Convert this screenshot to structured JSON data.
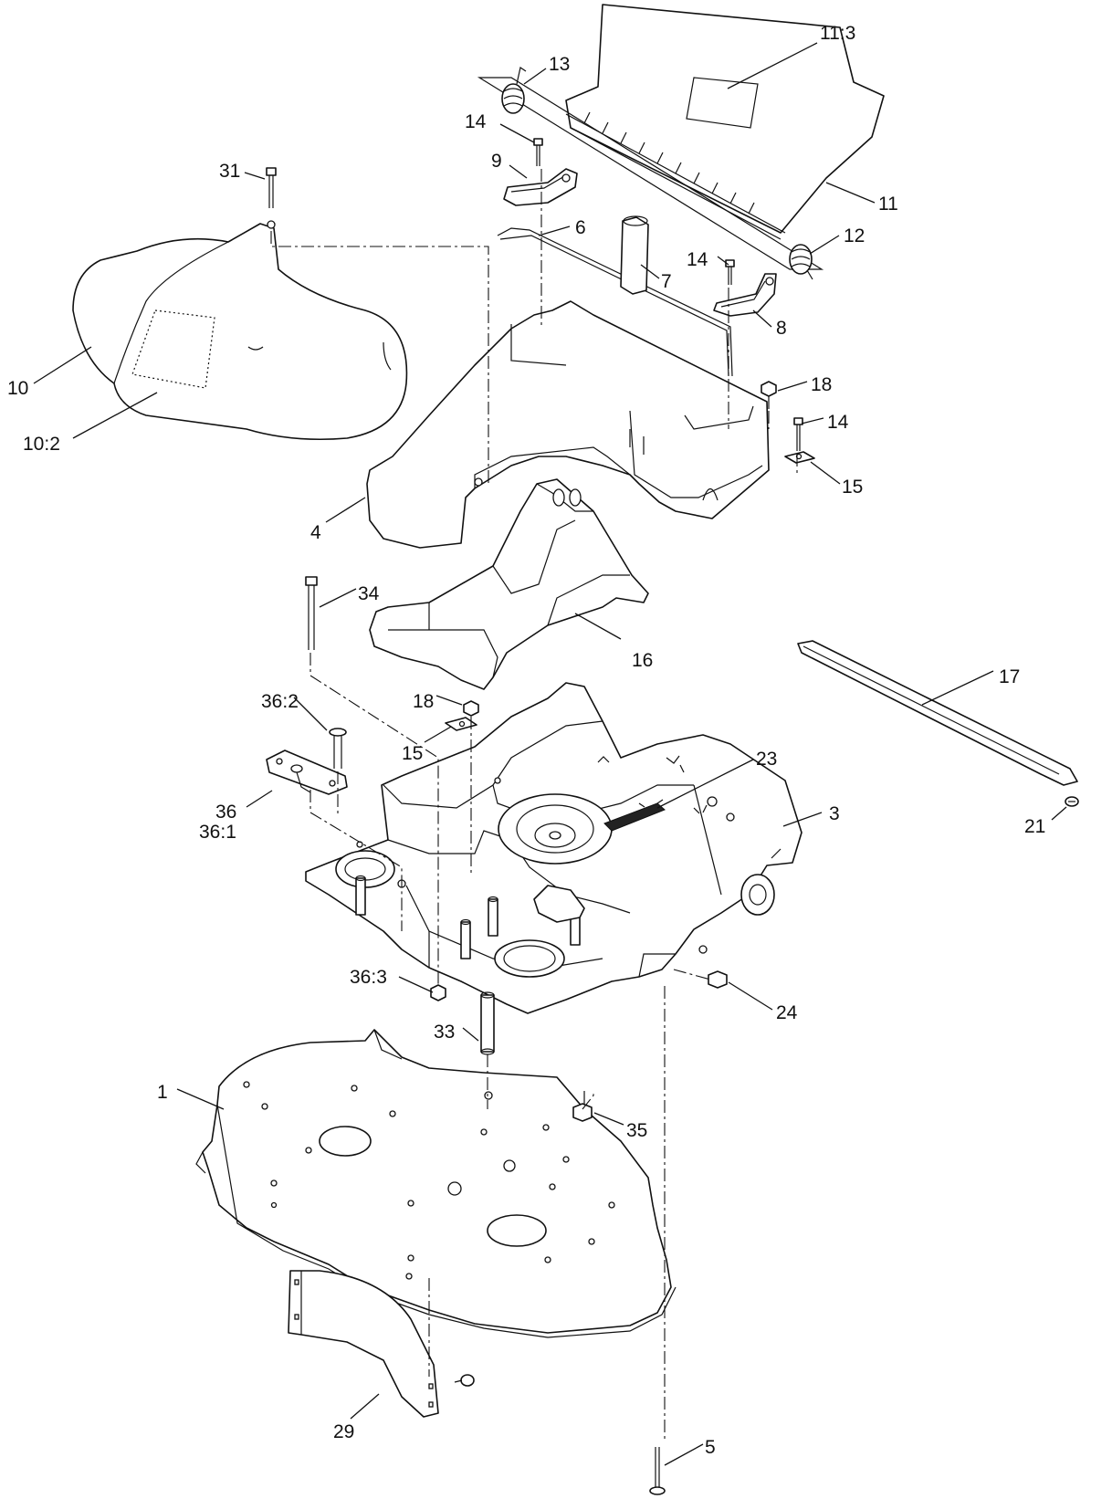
{
  "callouts": {
    "c11_3": "11:3",
    "c13": "13",
    "c14a": "14",
    "c9": "9",
    "c31": "31",
    "c6": "6",
    "c11": "11",
    "c12": "12",
    "c14b": "14",
    "c7": "7",
    "c8": "8",
    "c10": "10",
    "c10_2": "10:2",
    "c18a": "18",
    "c14c": "14",
    "c15a": "15",
    "c4": "4",
    "c34": "34",
    "c16": "16",
    "c17": "17",
    "c18b": "18",
    "c36_2": "36:2",
    "c15b": "15",
    "c23": "23",
    "c36": "36",
    "c36_1": "36:1",
    "c3": "3",
    "c21": "21",
    "c36_3": "36:3",
    "c24": "24",
    "c33": "33",
    "c1": "1",
    "c35": "35",
    "c29": "29",
    "c5": "5"
  }
}
